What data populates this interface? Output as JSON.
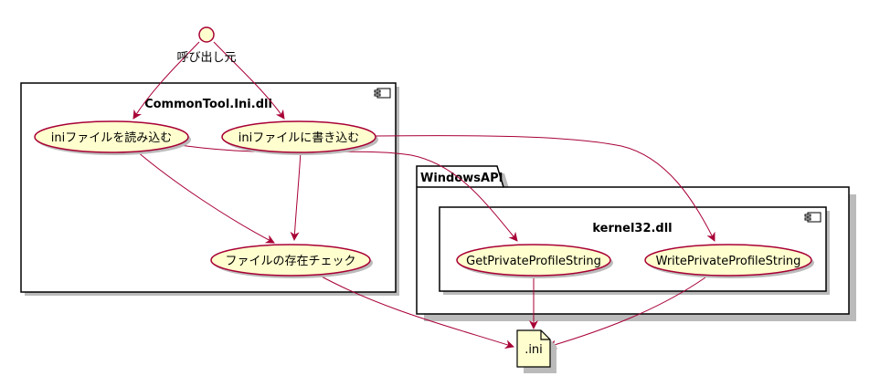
{
  "actor": {
    "label": "呼び出し元"
  },
  "component_commontool": {
    "title": "CommonTool.Ini.dll",
    "usecases": {
      "read": "iniファイルを読み込む",
      "write": "iniファイルに書き込む",
      "check": "ファイルの存在チェック"
    }
  },
  "package_windowsapi": {
    "title": "WindowsAPI",
    "component_kernel32": {
      "title": "kernel32.dll",
      "usecases": {
        "get": "GetPrivateProfileString",
        "write": "WritePrivateProfileString"
      }
    }
  },
  "artifact_ini": {
    "label": ".ini"
  },
  "colors": {
    "usecase_fill": "#FEFECE",
    "usecase_stroke": "#A80036",
    "arrow": "#A80036",
    "box_stroke": "#000000",
    "shadow": "#BBBBBB"
  }
}
